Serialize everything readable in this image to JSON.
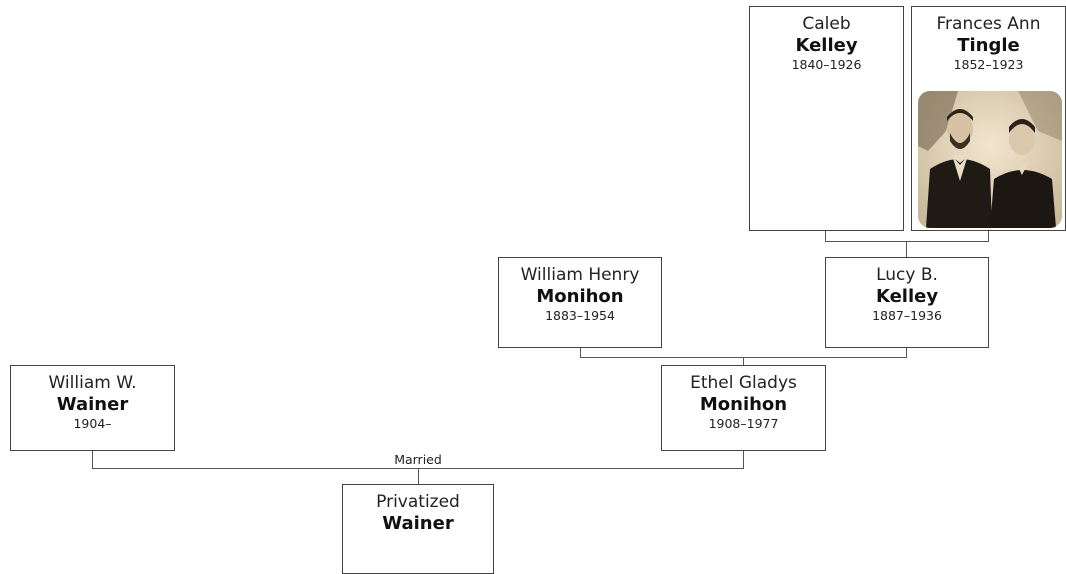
{
  "people": {
    "caleb": {
      "first": "Caleb",
      "last": "Kelley",
      "dates": "1840–1926"
    },
    "frances": {
      "first": "Frances Ann",
      "last": "Tingle",
      "dates": "1852–1923"
    },
    "william_henry": {
      "first": "William Henry",
      "last": "Monihon",
      "dates": "1883–1954"
    },
    "lucy": {
      "first": "Lucy B.",
      "last": "Kelley",
      "dates": "1887–1936"
    },
    "william_w": {
      "first": "William W.",
      "last": "Wainer",
      "dates": "1904–"
    },
    "ethel": {
      "first": "Ethel Gladys",
      "last": "Monihon",
      "dates": "1908–1977"
    },
    "privatized": {
      "first": "Privatized",
      "last": "Wainer"
    }
  },
  "relationships": {
    "married_label": "Married"
  }
}
